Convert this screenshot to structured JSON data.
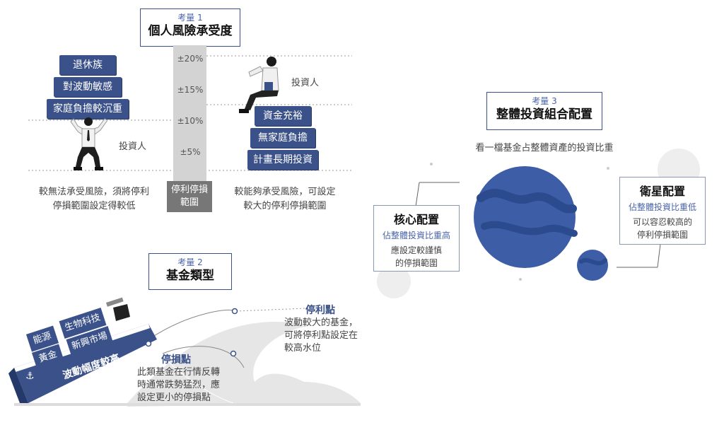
{
  "c1": {
    "label": "考量 1",
    "title": "個人風險承受度",
    "left_blocks": [
      "退休族",
      "對波動敏感",
      "家庭負擔較沉重"
    ],
    "left_person": "投資人",
    "left_caption_1": "較無法承受風險，須將停利",
    "left_caption_2": "停損範圍設定得較低",
    "pcts": [
      "±20%",
      "±15%",
      "±10%",
      "±5%"
    ],
    "bar_label_1": "停利停損",
    "bar_label_2": "範圍",
    "right_person": "投資人",
    "right_blocks": [
      "資金充裕",
      "無家庭負擔",
      "計畫長期投資"
    ],
    "right_caption_1": "較能夠承受風險，可設定",
    "right_caption_2": "較大的停利停損範圍"
  },
  "c2": {
    "label": "考量 2",
    "title": "基金類型",
    "cargo": [
      "能源",
      "生物科技",
      "黃金",
      "新興市場"
    ],
    "hull_text": "波動幅度較高",
    "takeprofit_title": "停利點",
    "takeprofit_desc": [
      "波動較大的基金，",
      "可將停利點設定在",
      "較高水位"
    ],
    "stoploss_title": "停損點",
    "stoploss_desc": [
      "此類基金在行情反轉",
      "時通常跌勢猛烈，應",
      "設定更小的停損點"
    ]
  },
  "c3": {
    "label": "考量 3",
    "title": "整體投資組合配置",
    "subtitle": "看一檔基金占整體資產的投資比重",
    "core_title": "核心配置",
    "core_sub": "佔整體投資比重高",
    "core_desc": [
      "應設定較謹慎",
      "的停損範圍"
    ],
    "sat_title": "衛星配置",
    "sat_sub": "佔整體投資比重低",
    "sat_desc": [
      "可以容忍較高的",
      "停利停損範圍"
    ]
  },
  "colors": {
    "navy": "#3a5189",
    "planet": "#3d5da6",
    "planet_dark": "#2c4a8e",
    "bar": "#d3d3d3",
    "bar_base": "#777777"
  }
}
